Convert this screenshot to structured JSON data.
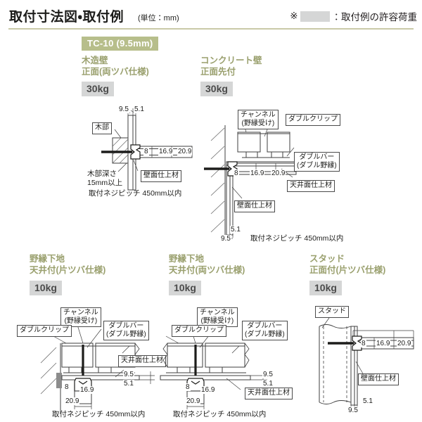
{
  "header": {
    "title": "取付寸法図・取付例",
    "unit_note": "(単位：mm)",
    "legend_mark": "※",
    "legend_text": "：取付例の許容荷重",
    "legend_swatch_color": "#d5d6d6"
  },
  "colors": {
    "model_tag_bg": "#b7be8b",
    "section_head_text": "#9aa06e",
    "load_badge_bg": "#d5d6d6",
    "rule": "#c9c9a8",
    "line": "#3f3f3f"
  },
  "model_tag": "TC-10 (9.5mm)",
  "common": {
    "screw_pitch": "取付ネジピッチ 450mm以内",
    "dim_8": "8",
    "dim_16_9": "16.9",
    "dim_20_9": "20.9",
    "dim_9_5": "9.5",
    "dim_5_1": "5.1"
  },
  "labels": {
    "wood_part": "木部",
    "wood_depth": "木部深さ\n15mm以上",
    "wood_depth_l1": "木部深さ",
    "wood_depth_l2": "15mm以上",
    "wall_finish": "壁面仕上材",
    "ceiling_finish": "天井面仕上材",
    "channel_l1": "チャンネル",
    "channel_l2": "(野縁受け)",
    "double_clip": "ダブルクリップ",
    "double_bar_l1": "ダブルバー",
    "double_bar_l2": "(ダブル野縁)",
    "stud": "スタッド"
  },
  "panels": [
    {
      "id": "wood-wall-front",
      "head_l1": "木造壁",
      "head_l2": "正面(両ツバ仕様)",
      "load": "30kg"
    },
    {
      "id": "concrete-wall-front",
      "head_l1": "コンクリート壁",
      "head_l2": "正面先付",
      "load": "30kg"
    },
    {
      "id": "furring-ceiling-single",
      "head_l1": "野縁下地",
      "head_l2": "天井付(片ツバ仕様)",
      "load": "10kg"
    },
    {
      "id": "furring-ceiling-double",
      "head_l1": "野縁下地",
      "head_l2": "天井付(両ツバ仕様)",
      "load": "10kg"
    },
    {
      "id": "stud-front-single",
      "head_l1": "スタッド",
      "head_l2": "正面付(片ツバ仕様)",
      "load": "10kg"
    }
  ]
}
